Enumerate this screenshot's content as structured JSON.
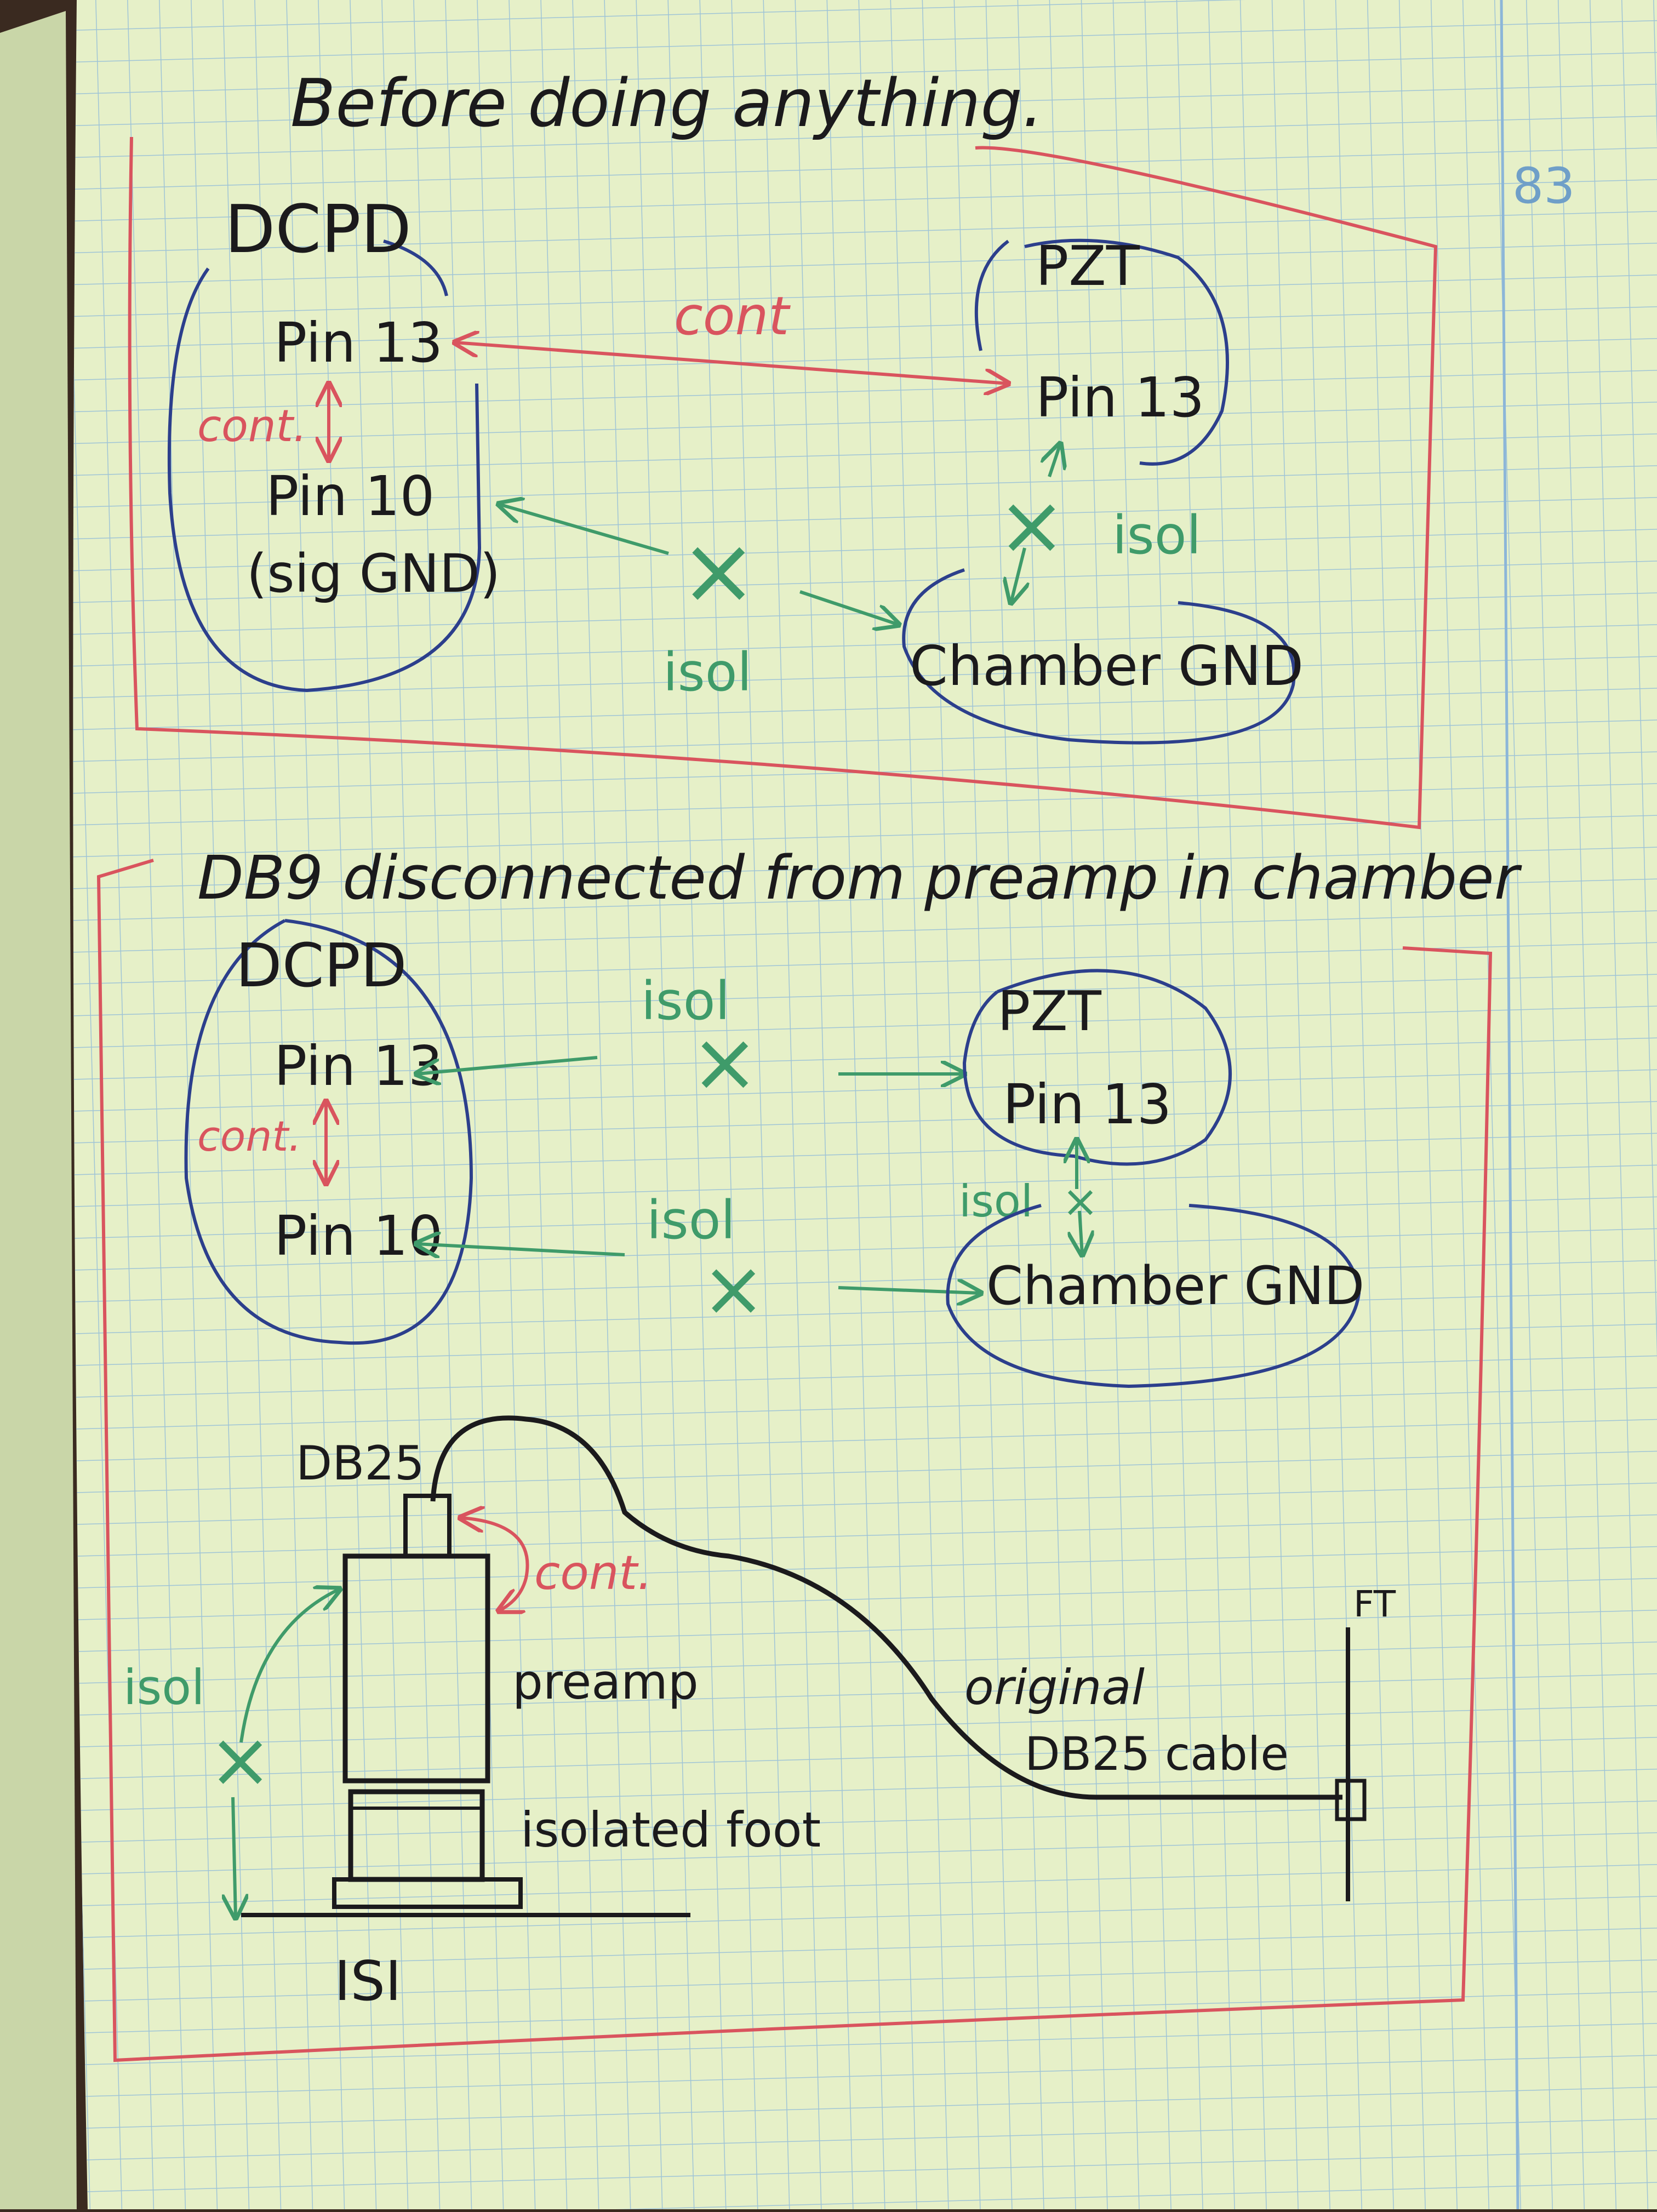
{
  "page": {
    "page_number": "83",
    "colors": {
      "paper": "#e6f0c8",
      "grid": "#9fc4d6",
      "ink_dark": "#1b1a1c",
      "ink_blue": "#2c3f8c",
      "ink_red": "#d9545e",
      "ink_green": "#3f9b6a",
      "page_number": "#6f9fc8"
    }
  },
  "section1": {
    "heading": "Before doing anything.",
    "dcpd": {
      "title": "DCPD",
      "pin_a": "Pin 13",
      "pin_b": "Pin 10",
      "pin_b_note": "(sig GND)",
      "link_label": "cont."
    },
    "pzt": {
      "title": "PZT",
      "pin": "Pin 13"
    },
    "dcpd_pzt_link": "cont",
    "dcpd_chamber_isol": "isol",
    "pzt_chamber_isol": "isol",
    "chamber": "Chamber GND"
  },
  "section2": {
    "heading": "DB9 disconnected from preamp in chamber",
    "dcpd": {
      "title": "DCPD",
      "pin_a": "Pin 13",
      "pin_b": "Pin 10",
      "link_label": "cont."
    },
    "pzt": {
      "title": "PZT",
      "pin": "Pin 13"
    },
    "isol_upper": "isol",
    "isol_lower": "isol",
    "isol_pzt_chamber": "isol",
    "chamber": "Chamber GND"
  },
  "setup": {
    "connector": "DB25",
    "cont_label": "cont.",
    "preamp": "preamp",
    "foot": "isolated foot",
    "isol_label": "isol",
    "cable_label_1": "original",
    "cable_label_2": "DB25 cable",
    "ft": "FT",
    "isi": "ISI"
  }
}
